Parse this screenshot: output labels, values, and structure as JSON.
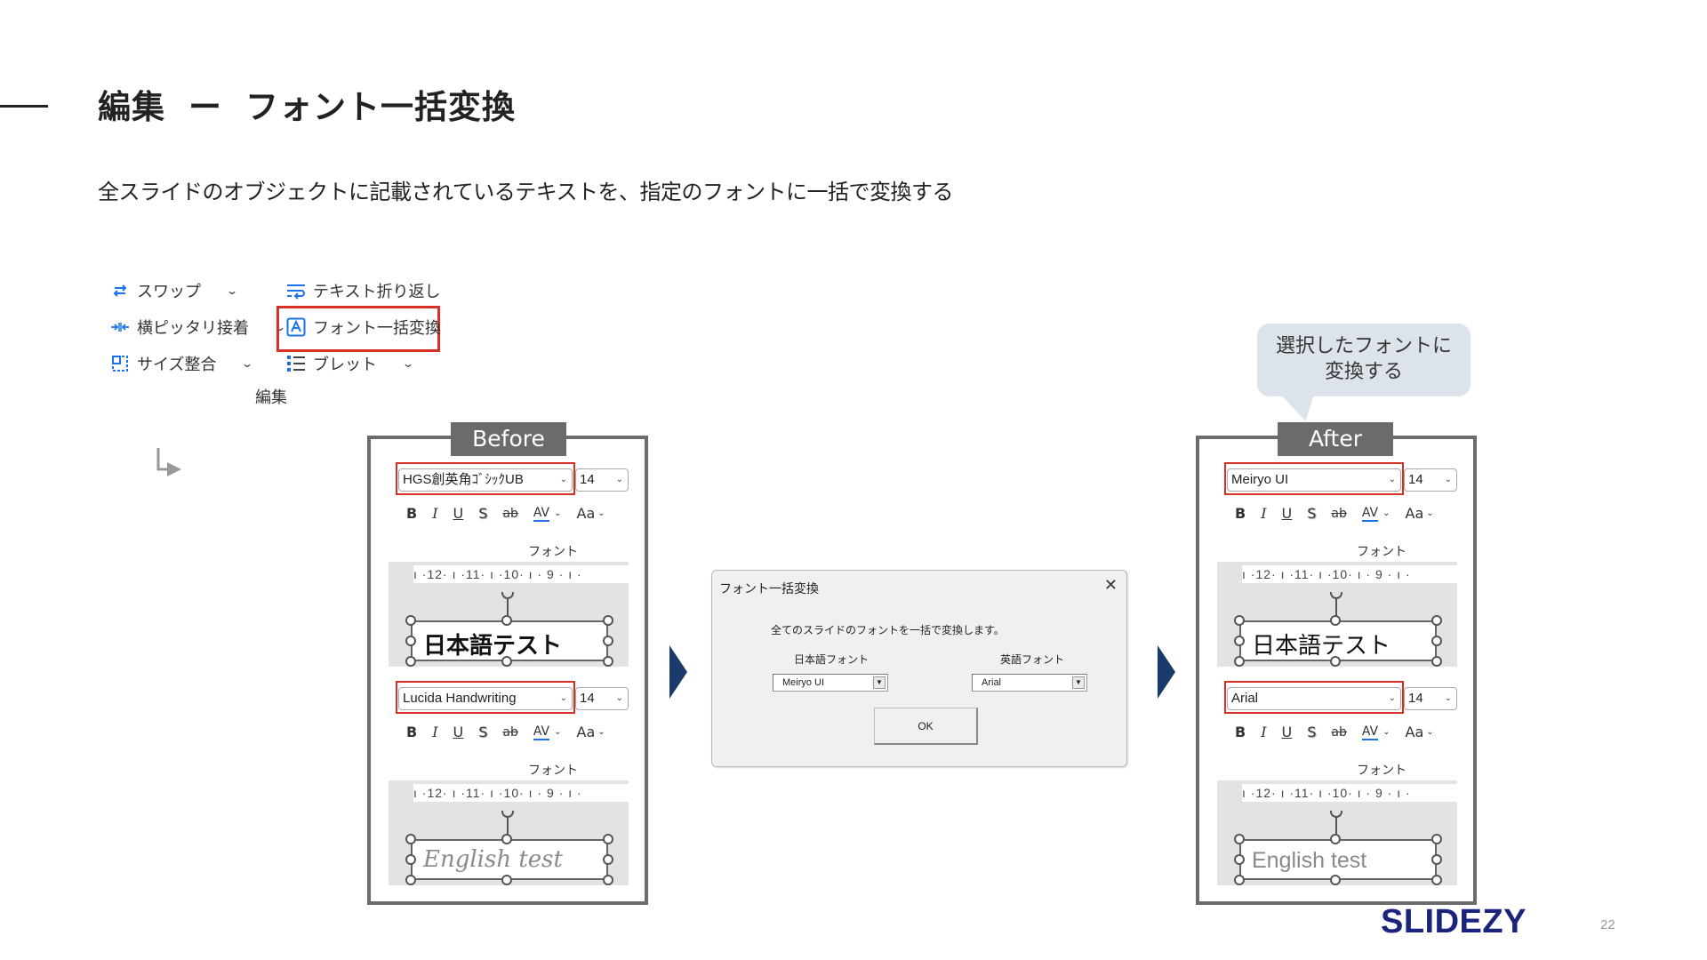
{
  "header": {
    "title_left": "編集",
    "title_sep": "ー",
    "title_right": "フォント一括変換",
    "subtitle": "全スライドのオブジェクトに記載されているテキストを、指定のフォントに一括で変換する"
  },
  "ribbon": {
    "group_label": "編集",
    "items": [
      {
        "label": "スワップ",
        "icon": "swap-icon",
        "has_dropdown": true
      },
      {
        "label": "横ピッタリ接着",
        "icon": "horizontal-snap-icon",
        "has_dropdown": true
      },
      {
        "label": "サイズ整合",
        "icon": "size-match-icon",
        "has_dropdown": true
      },
      {
        "label": "テキスト折り返し",
        "icon": "text-wrap-icon",
        "has_dropdown": false
      },
      {
        "label": "フォント一括変換",
        "icon": "font-replace-icon",
        "has_dropdown": false,
        "highlighted": true
      },
      {
        "label": "ブレット",
        "icon": "bullet-list-icon",
        "has_dropdown": true
      }
    ],
    "chevron": "⌄"
  },
  "before": {
    "tag": "Before",
    "top": {
      "font": "HGS創英角ｺﾞｼｯｸUB",
      "size": "14",
      "group_label": "フォント",
      "sample_text": "日本語テスト"
    },
    "bottom": {
      "font": "Lucida Handwriting",
      "size": "14",
      "group_label": "フォント",
      "sample_text": "English test"
    }
  },
  "after": {
    "tag": "After",
    "top": {
      "font": "Meiryo UI",
      "size": "14",
      "group_label": "フォント",
      "sample_text": "日本語テスト"
    },
    "bottom": {
      "font": "Arial",
      "size": "14",
      "group_label": "フォント",
      "sample_text": "English test"
    }
  },
  "format_buttons": [
    "B",
    "I",
    "U",
    "S",
    "ab",
    "AV",
    "Aa"
  ],
  "ruler_text": "ı ·12· ı ·11· ı ·10· ı · 9 · ı ·",
  "dialog": {
    "title": "フォント一括変換",
    "close": "✕",
    "message": "全てのスライドのフォントを一括で変換します。",
    "jp_label": "日本語フォント",
    "jp_value": "Meiryo UI",
    "en_label": "英語フォント",
    "en_value": "Arial",
    "dropdown_arrow": "▼",
    "ok_label": "OK"
  },
  "callout": {
    "line1": "選択したフォントに",
    "line2": "変換する"
  },
  "footer": {
    "brand": "SLIDEZY",
    "page_number": "22"
  },
  "colors": {
    "highlight_red": "#d93025",
    "panel_gray": "#6b6b6b",
    "arrow_navy": "#1a3a6b",
    "brand_navy": "#1a237e",
    "icon_blue": "#1a73e8",
    "callout_bg": "#dde3ea"
  }
}
